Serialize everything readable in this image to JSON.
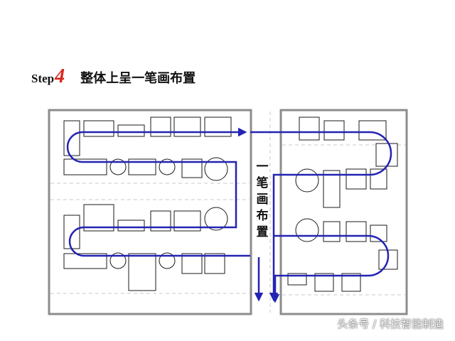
{
  "title": {
    "step_word": "Step",
    "step_number": "4",
    "text": "整体上呈一笔画布置"
  },
  "vertical_label": [
    "一",
    "笔",
    "画",
    "布",
    "置"
  ],
  "watermark": "头条号 / 科技智能制造",
  "colors": {
    "flow_line": "#2323b4",
    "panel_border": "#8c8c8c",
    "equipment_border": "#1a1a1a",
    "divider": "#c8c8c8",
    "step_number": "#d9251d"
  }
}
